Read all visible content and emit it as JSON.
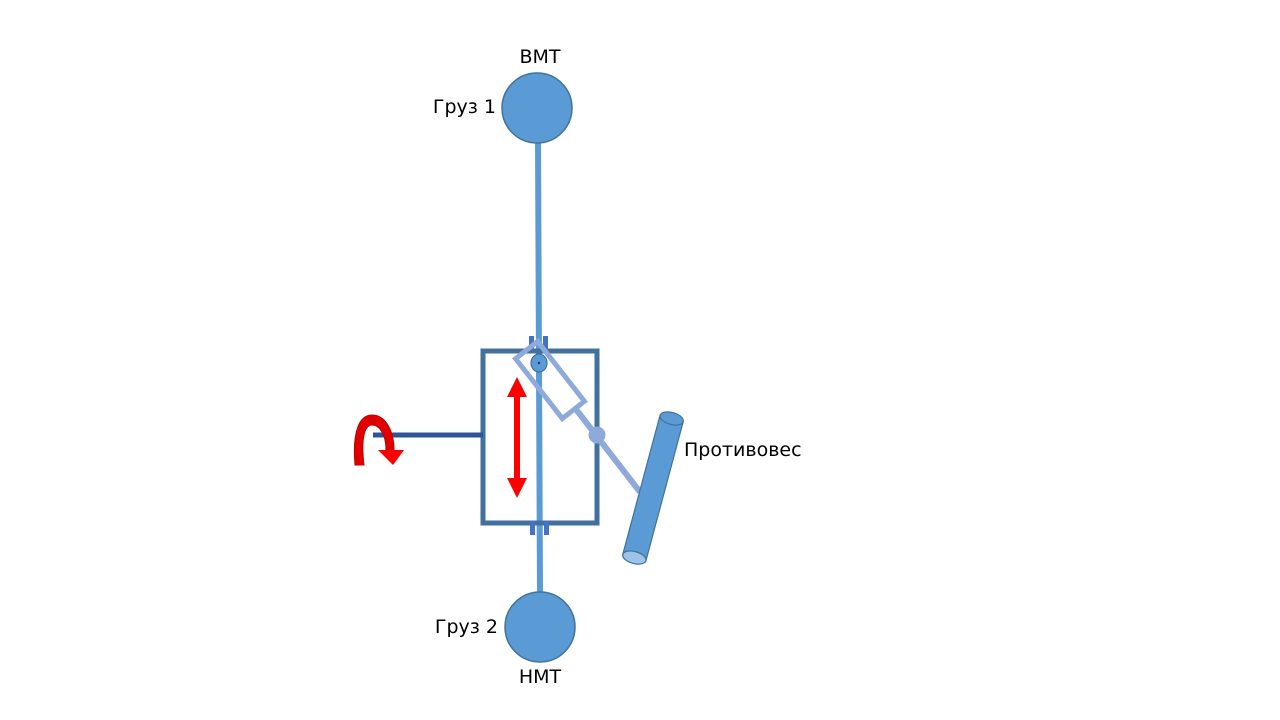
{
  "diagram": {
    "labels": {
      "top_dead_center": "ВМТ",
      "bottom_dead_center": "НМТ",
      "weight_1": "Груз 1",
      "weight_2": "Груз 2",
      "counterweight": "Противовес"
    },
    "colors": {
      "weight_fill": "#5b9bd5",
      "weight_stroke": "#41719c",
      "rod": "#5b9bd5",
      "frame": "#41719c",
      "link": "#8eaadb",
      "guide": "#4472c4",
      "motion_arrow": "#ff0000",
      "rotation_arrow": "#e00000"
    },
    "icons": {
      "rotation": "curved-rotation-arrow",
      "motion": "double-headed-vertical-arrow"
    }
  }
}
